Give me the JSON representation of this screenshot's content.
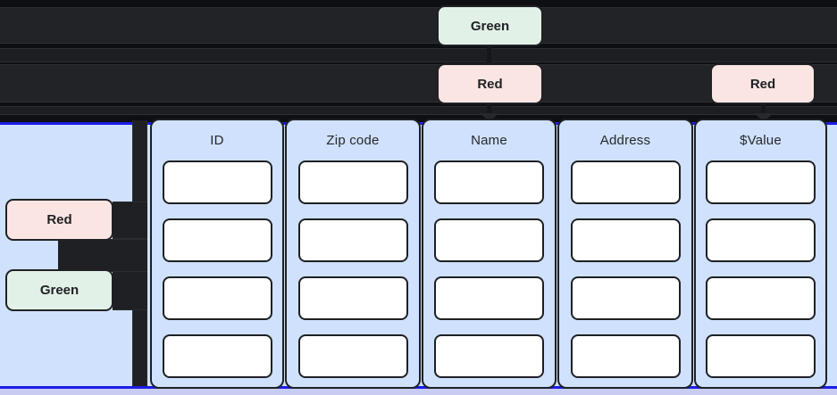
{
  "colors": {
    "page_bg": "#0e0f12",
    "lane_bar": "#222327",
    "lane_bar_thin": "#1d1e21",
    "green_badge": "#e2f1e8",
    "red_badge": "#fbe5e2",
    "badge_border": "#202124",
    "panel_fill": "#cfe1fc",
    "panel_border": "#1d1de6",
    "lavender_strip": "#c8cbf2",
    "column_fill": "#cfe1fc",
    "column_border": "#1e2023",
    "cell_fill": "#ffffff",
    "arrow": "#26282c"
  },
  "top": {
    "green_badge_label": "Green",
    "red_badge_1_label": "Red",
    "red_badge_2_label": "Red"
  },
  "left_panel": {
    "red_badge_label": "Red",
    "green_badge_label": "Green"
  },
  "table": {
    "columns": [
      {
        "header": "ID",
        "cell_count": 4
      },
      {
        "header": "Zip code",
        "cell_count": 4
      },
      {
        "header": "Name",
        "cell_count": 4
      },
      {
        "header": "Address",
        "cell_count": 4
      },
      {
        "header": "$Value",
        "cell_count": 4
      }
    ]
  }
}
